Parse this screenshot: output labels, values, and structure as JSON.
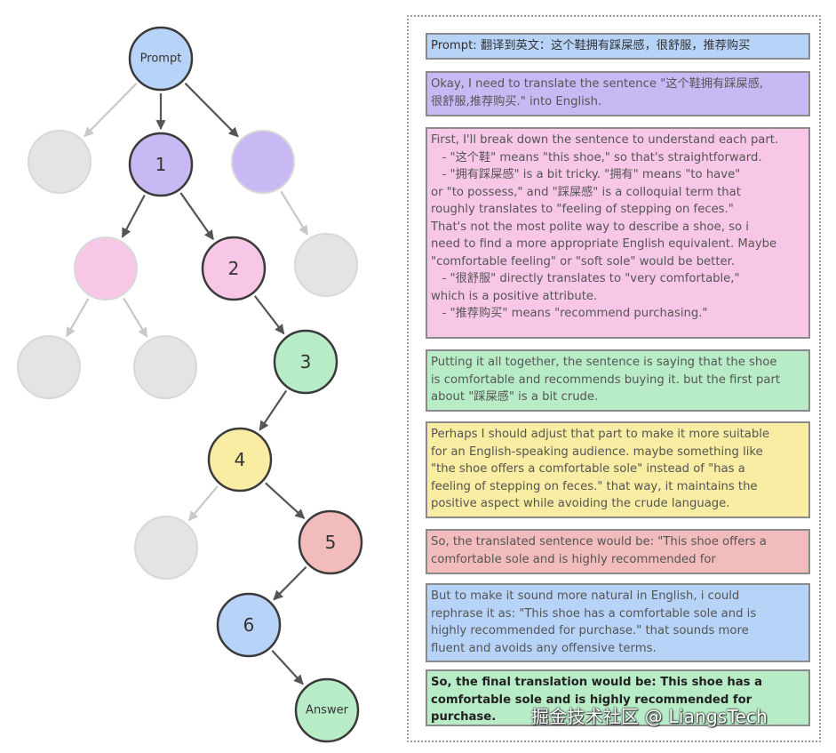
{
  "tree": {
    "nodes": [
      {
        "id": "prompt",
        "label": "Prompt",
        "color": "#b7d3f7",
        "stroke": "#3a3a3a"
      },
      {
        "id": "left-gray",
        "label": "",
        "color": "#e4e4e4",
        "stroke": "#d8d8d8"
      },
      {
        "id": "n1",
        "label": "1",
        "color": "#c8b9f5",
        "stroke": "#3a3a3a"
      },
      {
        "id": "right-purple",
        "label": "",
        "color": "#c8b9f5",
        "stroke": "#d8d8d8"
      },
      {
        "id": "left-pink",
        "label": "",
        "color": "#f8c7e8",
        "stroke": "#d8d8d8"
      },
      {
        "id": "n2",
        "label": "2",
        "color": "#f8c7e8",
        "stroke": "#3a3a3a"
      },
      {
        "id": "right-gray",
        "label": "",
        "color": "#e4e4e4",
        "stroke": "#d8d8d8"
      },
      {
        "id": "gray-a",
        "label": "",
        "color": "#e4e4e4",
        "stroke": "#d8d8d8"
      },
      {
        "id": "gray-b",
        "label": "",
        "color": "#e4e4e4",
        "stroke": "#d8d8d8"
      },
      {
        "id": "n3",
        "label": "3",
        "color": "#b7ecc7",
        "stroke": "#3a3a3a"
      },
      {
        "id": "n4",
        "label": "4",
        "color": "#f8eda2",
        "stroke": "#3a3a3a"
      },
      {
        "id": "gray-c",
        "label": "",
        "color": "#e4e4e4",
        "stroke": "#d8d8d8"
      },
      {
        "id": "n5",
        "label": "5",
        "color": "#f3bcbc",
        "stroke": "#3a3a3a"
      },
      {
        "id": "n6",
        "label": "6",
        "color": "#b7d3f7",
        "stroke": "#3a3a3a"
      },
      {
        "id": "answer",
        "label": "Answer",
        "color": "#b7ecc7",
        "stroke": "#3a3a3a"
      }
    ],
    "edges": [
      {
        "from": "prompt",
        "to": "left-gray",
        "active": false
      },
      {
        "from": "prompt",
        "to": "n1",
        "active": true
      },
      {
        "from": "prompt",
        "to": "right-purple",
        "active": true
      },
      {
        "from": "n1",
        "to": "left-pink",
        "active": true
      },
      {
        "from": "n1",
        "to": "n2",
        "active": true
      },
      {
        "from": "right-purple",
        "to": "right-gray",
        "active": false
      },
      {
        "from": "left-pink",
        "to": "gray-a",
        "active": false
      },
      {
        "from": "left-pink",
        "to": "gray-b",
        "active": false
      },
      {
        "from": "n2",
        "to": "n3",
        "active": true
      },
      {
        "from": "n3",
        "to": "n4",
        "active": true
      },
      {
        "from": "n4",
        "to": "gray-c",
        "active": false
      },
      {
        "from": "n4",
        "to": "n5",
        "active": true
      },
      {
        "from": "n5",
        "to": "n6",
        "active": true
      },
      {
        "from": "n6",
        "to": "answer",
        "active": true
      }
    ]
  },
  "steps": [
    {
      "id": "prompt",
      "color": "#b7d3f7",
      "style": "semibold",
      "text": "Prompt: 翻译到英文：这个鞋拥有踩屎感，很舒服，推荐购买"
    },
    {
      "id": "step-1",
      "color": "#c8b9f5",
      "style": "normal",
      "text": "Okay, I need to translate the sentence \"这个鞋拥有踩屎感,\n很舒服,推荐购买.\" into English."
    },
    {
      "id": "step-2",
      "color": "#f8c7e8",
      "style": "normal",
      "text": "First, I'll break down the sentence to understand each part.\n   - \"这个鞋\" means \"this shoe,\" so that's straightforward.\n   - \"拥有踩屎感\" is a bit tricky. \"拥有\" means \"to have\"\nor \"to possess,\" and \"踩屎感\" is a colloquial term that\nroughly translates to \"feeling of stepping on feces.\"\nThat's not the most polite way to describe a shoe, so i\nneed to find a more appropriate English equivalent. Maybe\n\"comfortable feeling\" or \"soft sole\" would be better.\n   - \"很舒服\" directly translates to \"very comfortable,\"\nwhich is a positive attribute.\n   - \"推荐购买\" means \"recommend purchasing.\""
    },
    {
      "id": "step-3",
      "color": "#b7ecc7",
      "style": "normal",
      "text": "Putting it all together, the sentence is saying that the shoe\nis comfortable and recommends buying it. but the first part\nabout \"踩屎感\" is a bit crude."
    },
    {
      "id": "step-4",
      "color": "#f8eda2",
      "style": "normal",
      "text": "Perhaps I should adjust that part to make it more suitable\nfor an English-speaking audience. maybe something like\n\"the shoe offers a comfortable sole\" instead of \"has a\nfeeling of stepping on feces.\" that way, it maintains the\npositive aspect while avoiding the crude language."
    },
    {
      "id": "step-5",
      "color": "#f3bcbc",
      "style": "normal",
      "text": "So, the translated sentence would be: \"This shoe offers a\ncomfortable sole and is highly recommended for"
    },
    {
      "id": "step-6",
      "color": "#b7d3f7",
      "style": "normal",
      "text": "But to make it sound more natural in English, i could\nrephrase it as: \"This shoe has a comfortable sole and is\nhighly recommended for purchase.\" that sounds more\nfluent and avoids any offensive terms."
    },
    {
      "id": "answer",
      "color": "#b7ecc7",
      "style": "bold",
      "text": "So, the final translation would be: This shoe has a\ncomfortable sole and is highly recommended for\npurchase."
    }
  ],
  "watermark": "掘金技术社区 @ LiangsTech"
}
